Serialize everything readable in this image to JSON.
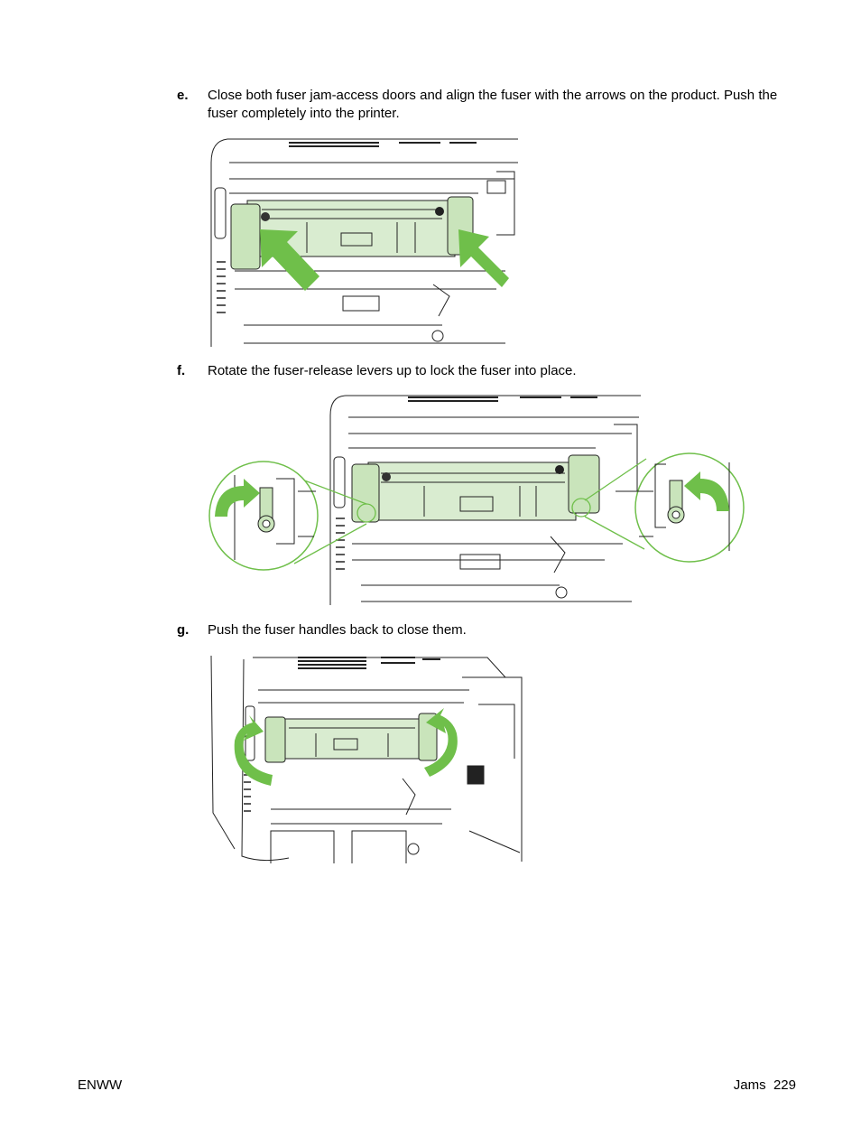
{
  "steps": [
    {
      "letter": "e.",
      "text": "Close both fuser jam-access doors and align the fuser with the arrows on the product. Push the fuser completely into the printer."
    },
    {
      "letter": "f.",
      "text": "Rotate the fuser-release levers up to lock the fuser into place."
    },
    {
      "letter": "g.",
      "text": "Push the fuser handles back to close them."
    }
  ],
  "footer": {
    "left": "ENWW",
    "section": "Jams",
    "page": "229"
  },
  "colors": {
    "fuser_fill": "#d9ecd0",
    "accent_green": "#6fbf4a",
    "line": "#222222"
  }
}
